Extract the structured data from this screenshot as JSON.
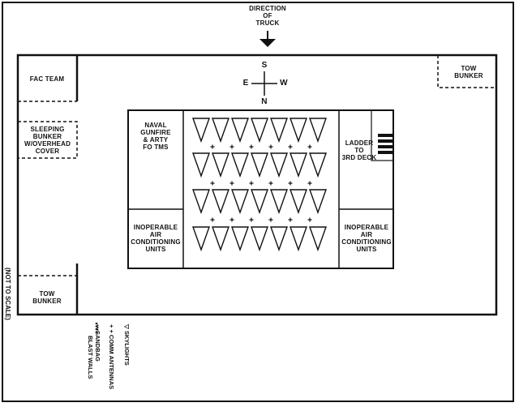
{
  "header": {
    "direction_line1": "DIRECTION",
    "direction_line2": "OF",
    "direction_line3": "TRUCK"
  },
  "compass": {
    "north": "N",
    "south": "S",
    "east": "E",
    "west": "W"
  },
  "labels": {
    "fac_team": "FAC TEAM",
    "sleeping_bunker": [
      "SLEEPING",
      "BUNKER",
      "W/OVERHEAD",
      "COVER"
    ],
    "tow_bunker_top": [
      "TOW",
      "BUNKER"
    ],
    "tow_bunker_bottom": [
      "TOW",
      "BUNKER"
    ],
    "naval_gunfire": [
      "NAVAL",
      "GUNFIRE",
      "& ARTY",
      "FO TMS"
    ],
    "inoperable_left": [
      "INOPERABLE",
      "AIR",
      "CONDITIONING",
      "UNITS"
    ],
    "inoperable_right": [
      "INOPERABLE",
      "AIR",
      "CONDITIONING",
      "UNITS"
    ],
    "ladder": [
      "LADDER",
      "TO",
      "3rd DECK"
    ]
  },
  "legend": {
    "skylights": "▽ SKYLIGHTS",
    "comm_antennas": "+ + COMM ANTENNAS",
    "sandbag_walls": "▪▪▪SANDBAG",
    "sandbag_walls_line2": "BLAST WALLS"
  },
  "scale_note": "(NOT TO SCALE)",
  "skylight_grid": {
    "rows": 4,
    "cols": 7
  },
  "antenna_grid": {
    "rows": 3,
    "cols": 6
  }
}
